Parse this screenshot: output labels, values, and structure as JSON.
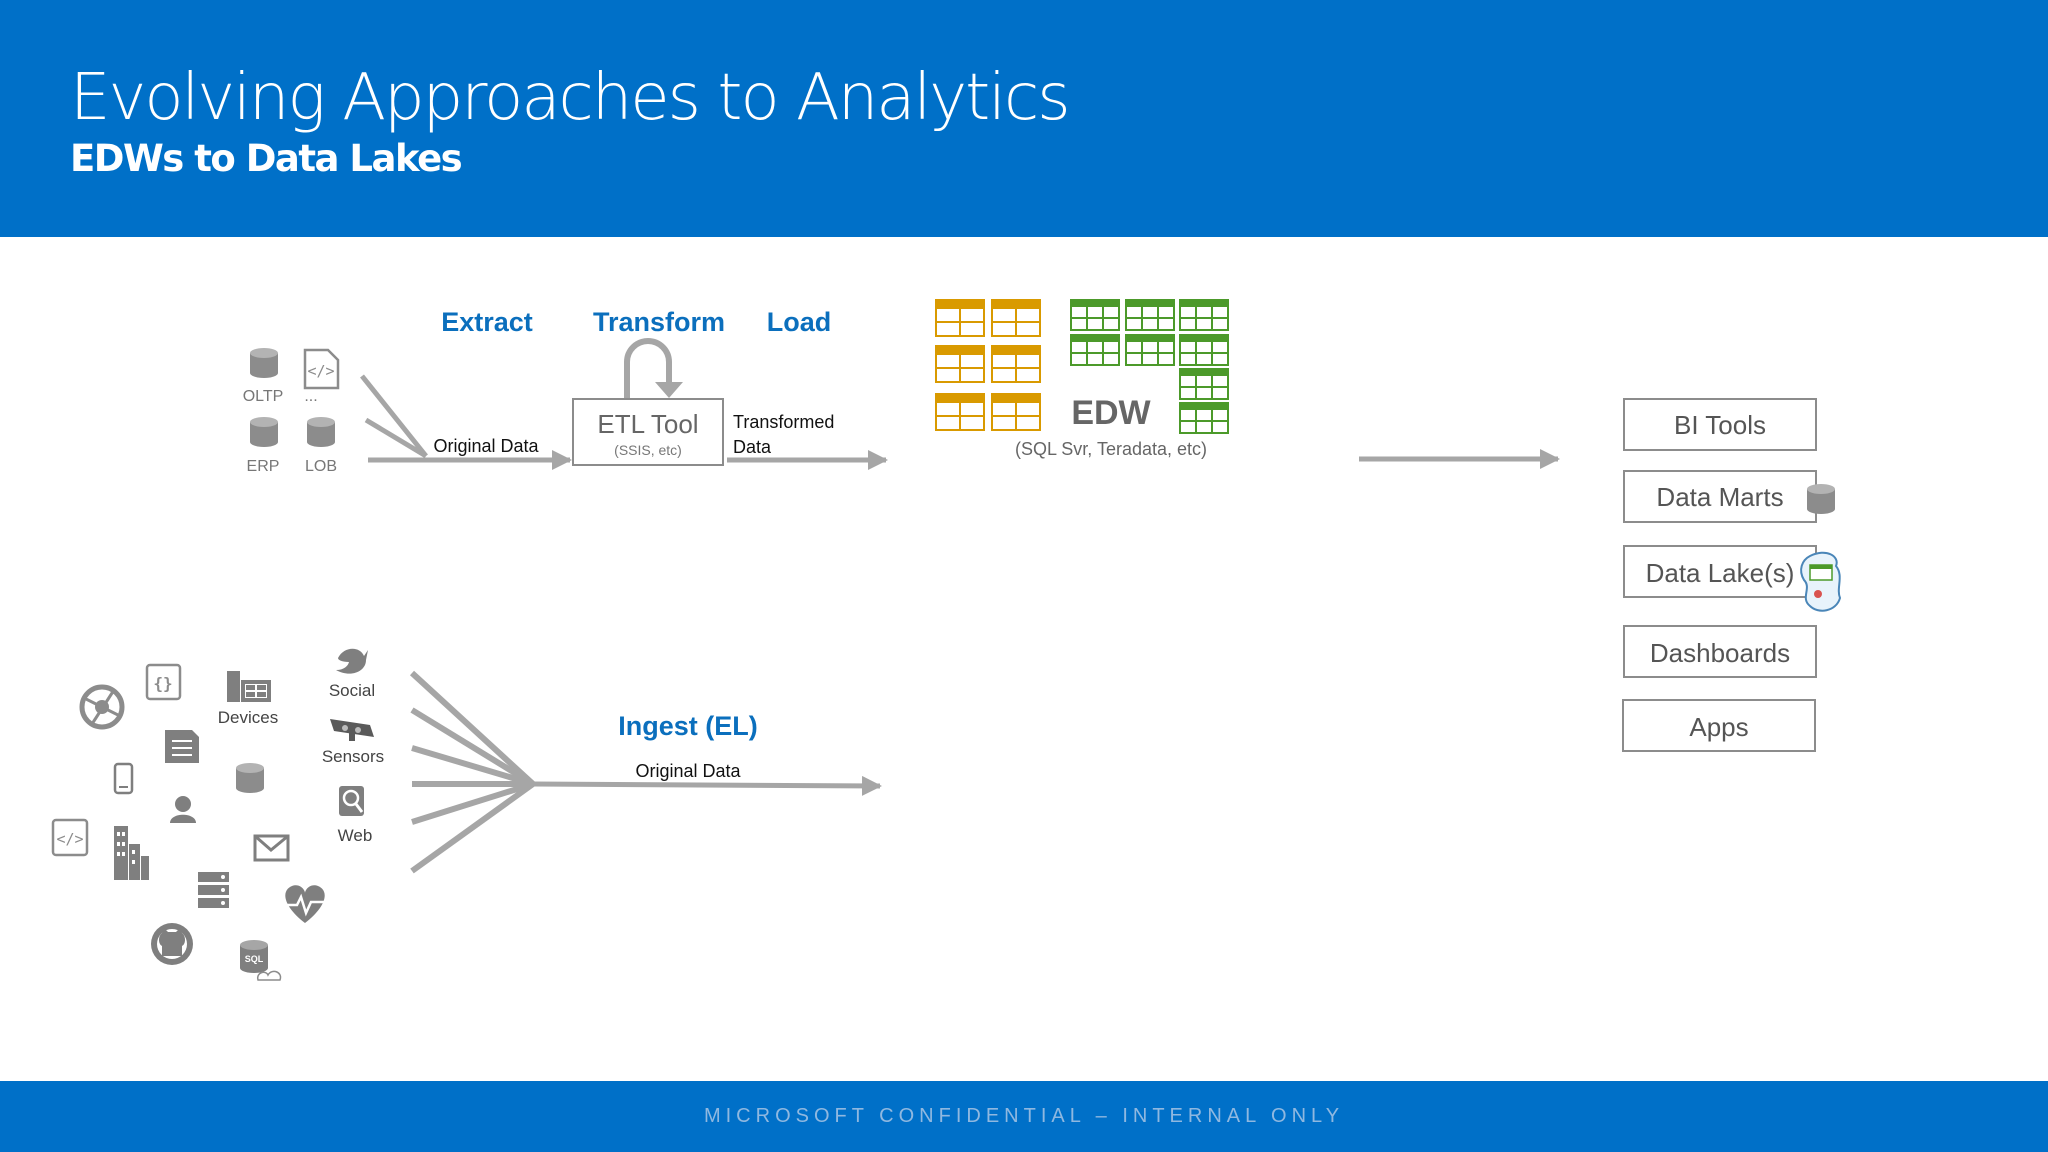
{
  "header": {
    "title": "Evolving Approaches to Analytics",
    "subtitle": "EDWs to Data Lakes"
  },
  "etl": {
    "stages": [
      "Extract",
      "Transform",
      "Load"
    ],
    "sources": [
      "OLTP",
      "...",
      "ERP",
      "LOB"
    ],
    "input_label": "Original Data",
    "tool_name": "ETL Tool",
    "tool_note": "(SSIS, etc)",
    "output_label_line1": "Transformed",
    "output_label_line2": "Data",
    "warehouse_name": "EDW",
    "warehouse_note": "(SQL Svr, Teradata, etc)"
  },
  "targets": [
    "BI Tools",
    "Data Marts",
    "Data Lake(s)",
    "Dashboards",
    "Apps"
  ],
  "el": {
    "stage": "Ingest (EL)",
    "input_label": "Original Data",
    "sources": [
      "Devices",
      "Social",
      "Sensors",
      "Web"
    ],
    "icons": [
      "web-globe-icon",
      "json-icon",
      "devices-icon",
      "twitter-icon",
      "document-icon",
      "sensor-icon",
      "mobile-icon",
      "database-icon",
      "search-icon",
      "person-icon",
      "code-icon",
      "buildings-icon",
      "email-icon",
      "server-icon",
      "heart-rate-icon",
      "github-icon",
      "sql-cloud-icon"
    ]
  },
  "footer": {
    "text": "MICROSOFT CONFIDENTIAL – INTERNAL ONLY"
  },
  "colors": {
    "header_blue": "#0070c8",
    "stage_blue": "#0b6fbd",
    "arrow_gray": "#a6a6a6",
    "table_gold": "#d99a00",
    "table_green": "#4c9a2a"
  }
}
